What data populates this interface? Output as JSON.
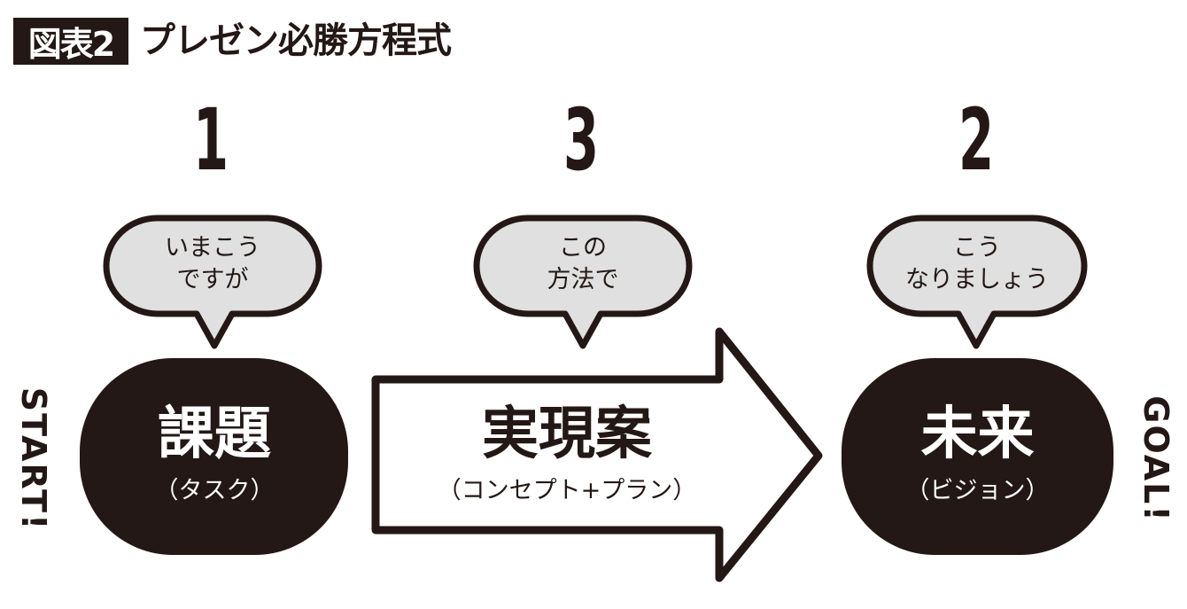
{
  "title": {
    "badge": "図表2",
    "text": "プレゼン必勝方程式"
  },
  "steps": [
    {
      "order": "1",
      "bubble": [
        "いまこう",
        "ですが"
      ],
      "label": "課題",
      "sub": "（タスク）"
    },
    {
      "order": "3",
      "bubble": [
        "この",
        "方法で"
      ],
      "label": "実現案",
      "sub": "（コンセプト+プラン）"
    },
    {
      "order": "2",
      "bubble": [
        "こう",
        "なりましょう"
      ],
      "label": "未来",
      "sub": "（ビジョン）"
    }
  ],
  "start_label": "START!",
  "goal_label": "GOAL!",
  "colors": {
    "ink": "#231815",
    "bubble_fill": "#e0e0e0"
  }
}
